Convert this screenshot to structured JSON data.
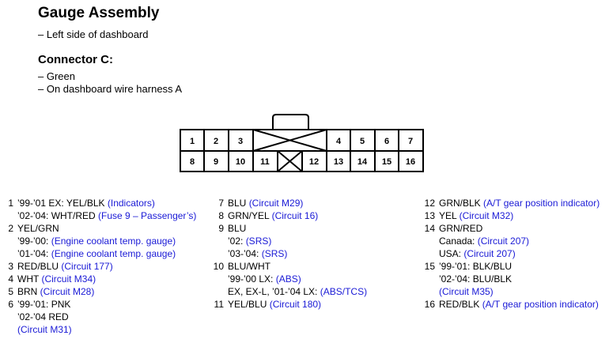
{
  "title": "Gauge Assembly",
  "location": "– Left side of dashboard",
  "connector": {
    "title": "Connector C:",
    "color": "– Green",
    "location": "– On dashboard wire harness A"
  },
  "pins_top": [
    "1",
    "2",
    "3",
    "4",
    "5",
    "6",
    "7"
  ],
  "pins_bottom": [
    "8",
    "9",
    "10",
    "11",
    "12",
    "13",
    "14",
    "15",
    "16"
  ],
  "colors": {
    "link": "#1a1ad6"
  },
  "legend": {
    "col1": {
      "p1": {
        "n": "1",
        "l1a": "’99-’01 EX: YEL/BLK ",
        "l1b": "(Indicators)",
        "l2a": "’02-’04: WHT/RED ",
        "l2b": "(Fuse 9 – Passenger’s)"
      },
      "p2": {
        "n": "2",
        "l1": "YEL/GRN",
        "l2a": "’99-’00: ",
        "l2b": "(Engine coolant temp. gauge)",
        "l3a": "’01-’04: ",
        "l3b": "(Engine coolant temp. gauge)"
      },
      "p3": {
        "n": "3",
        "a": "RED/BLU ",
        "b": "(Circuit 177)"
      },
      "p4": {
        "n": "4",
        "a": "WHT ",
        "b": "(Circuit M34)"
      },
      "p5": {
        "n": "5",
        "a": "BRN ",
        "b": "(Circuit M28)"
      },
      "p6": {
        "n": "6",
        "l1": "’99-’01: PNK",
        "l2": "’02-’04 RED",
        "l3": "(Circuit M31)"
      }
    },
    "col2": {
      "p7": {
        "n": "7",
        "a": "BLU ",
        "b": "(Circuit M29)"
      },
      "p8": {
        "n": "8",
        "a": "GRN/YEL ",
        "b": "(Circuit 16)"
      },
      "p9": {
        "n": "9",
        "l1": "BLU",
        "l2a": "’02: ",
        "l2b": "(SRS)",
        "l3a": "’03-’04: ",
        "l3b": "(SRS)"
      },
      "p10": {
        "n": "10",
        "l1": "BLU/WHT",
        "l2a": "’99-’00 LX: ",
        "l2b": "(ABS)",
        "l3a": "EX, EX-L, ’01-’04 LX: ",
        "l3b": "(ABS/TCS)"
      },
      "p11": {
        "n": "11",
        "a": "YEL/BLU ",
        "b": "(Circuit 180)"
      }
    },
    "col3": {
      "p12": {
        "n": "12",
        "a": "GRN/BLK ",
        "b": "(A/T gear position indicator)"
      },
      "p13": {
        "n": "13",
        "a": "YEL ",
        "b": "(Circuit M32)"
      },
      "p14": {
        "n": "14",
        "l1": "GRN/RED",
        "l2a": "Canada: ",
        "l2b": "(Circuit 207)",
        "l3a": "USA: ",
        "l3b": "(Circuit 207)"
      },
      "p15": {
        "n": "15",
        "l1": "’99-’01: BLK/BLU",
        "l2": "’02-’04: BLU/BLK",
        "l3": "(Circuit M35)"
      },
      "p16": {
        "n": "16",
        "a": "RED/BLK ",
        "b": "(A/T gear position indicator)"
      }
    }
  }
}
